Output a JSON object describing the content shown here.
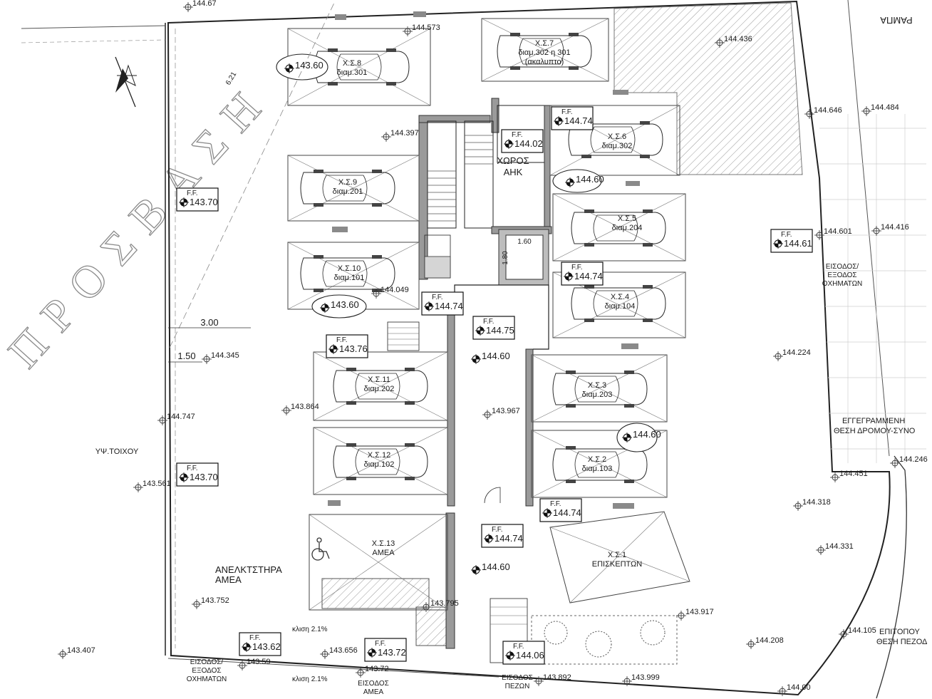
{
  "street_name": "ΠΡΟΣΒΑΣΗ",
  "ramp_label": "ΡΑΜΠΑ",
  "dims": {
    "d621": "6.21",
    "d300": "3.00",
    "d150": "1.50",
    "lift_w": "1.60",
    "lift_h": "1.80"
  },
  "spaces": [
    {
      "id": "8",
      "line1": "Χ.Σ.8",
      "line2": "διαμ.301",
      "line3": ""
    },
    {
      "id": "7",
      "line1": "Χ.Σ.7",
      "line2": "διαμ.302  η  301",
      "line3": "(ακαλυπτο)"
    },
    {
      "id": "6",
      "line1": "Χ.Σ.6",
      "line2": "διαμ.302",
      "line3": ""
    },
    {
      "id": "9",
      "line1": "Χ.Σ.9",
      "line2": "διαμ.201",
      "line3": ""
    },
    {
      "id": "5",
      "line1": "Χ.Σ.5",
      "line2": "διαμ.204",
      "line3": ""
    },
    {
      "id": "10",
      "line1": "Χ.Σ.10",
      "line2": "διαμ.101",
      "line3": ""
    },
    {
      "id": "4",
      "line1": "Χ.Σ.4",
      "line2": "διαμ.104",
      "line3": ""
    },
    {
      "id": "11",
      "line1": "Χ.Σ.11",
      "line2": "διαμ.202",
      "line3": ""
    },
    {
      "id": "3",
      "line1": "Χ.Σ.3",
      "line2": "διαμ.203",
      "line3": ""
    },
    {
      "id": "12",
      "line1": "Χ.Σ.12",
      "line2": "διαμ.102",
      "line3": ""
    },
    {
      "id": "2",
      "line1": "Χ.Σ.2",
      "line2": "διαμ.103",
      "line3": ""
    },
    {
      "id": "13",
      "line1": "Χ.Σ.13",
      "line2": "ΑΜΕΑ",
      "line3": ""
    },
    {
      "id": "1",
      "line1": "Χ.Σ.1",
      "line2": "ΕΠΙΣΚΕΠΤΩΝ",
      "line3": ""
    }
  ],
  "room_labels": {
    "ahk1": "ΧΩΡΟΣ",
    "ahk2": "ΑΗΚ",
    "lift1": "ΑΝΕΛΚΤΣΤΗΡΑ",
    "lift2": "ΑΜΕΑ"
  },
  "ff": "F.F.",
  "ff_levels": [
    "143.70",
    "143.70",
    "143.76",
    "144.74",
    "144.75",
    "144.74",
    "144.74",
    "144.74",
    "144.02",
    "144.74",
    "144.61",
    "143.62",
    "143.72",
    "144.06"
  ],
  "cloud_levels": [
    "143.60",
    "143.60",
    "144.60",
    "144.60"
  ],
  "plain_levels": [
    "144.60",
    "144.60"
  ],
  "spot_levels": [
    "144.67",
    "144.573",
    "144.397",
    "144.049",
    "144.345",
    "143.864",
    "143.967",
    "144.747",
    "143.561",
    "143.752",
    "143.795",
    "143.656",
    "143.59",
    "143.407",
    "143.72",
    "144.436",
    "144.646",
    "144.484",
    "144.601",
    "144.416",
    "144.224",
    "144.451",
    "144.246",
    "144.318",
    "144.331",
    "144.105",
    "144.208",
    "143.917",
    "143.892",
    "143.999",
    "144.00"
  ],
  "texts": {
    "wall": "ΥΨ.ΤΟΙΧΟΥ",
    "entry_veh_r1": "ΕΙΣΟΔΟΣ/",
    "entry_veh_r2": "ΕΞΟΔΟΣ",
    "entry_veh_r3": "ΟΧΗΜΑΤΩΝ",
    "entry_veh_b1": "ΕΙΣΟΔΟΣ/",
    "entry_veh_b2": "ΕΞΟΔΟΣ",
    "entry_veh_b3": "ΟΧΗΜΑΤΩΝ",
    "slope1": "κλιση  2.1%",
    "slope2": "κλιση  2.1%",
    "entry_disabled1": "ΕΙΣΟΔΟΣ",
    "entry_disabled2": "ΑΜΕΑ",
    "entry_ped1": "ΕΙΣΟΔΟΣ",
    "entry_ped2": "ΠΕΖΩΝ",
    "road1": "ΕΓΓΕΓΡΑΜΜΕΝΗ",
    "road2": "ΘΕΣΗ ΔΡΟΜΟΥ-ΣΥΝΟ",
    "ped1": "ΕΠΙΤΟΠΟΥ",
    "ped2": "ΘΕΣΗ ΠΕΖΟΔ"
  }
}
